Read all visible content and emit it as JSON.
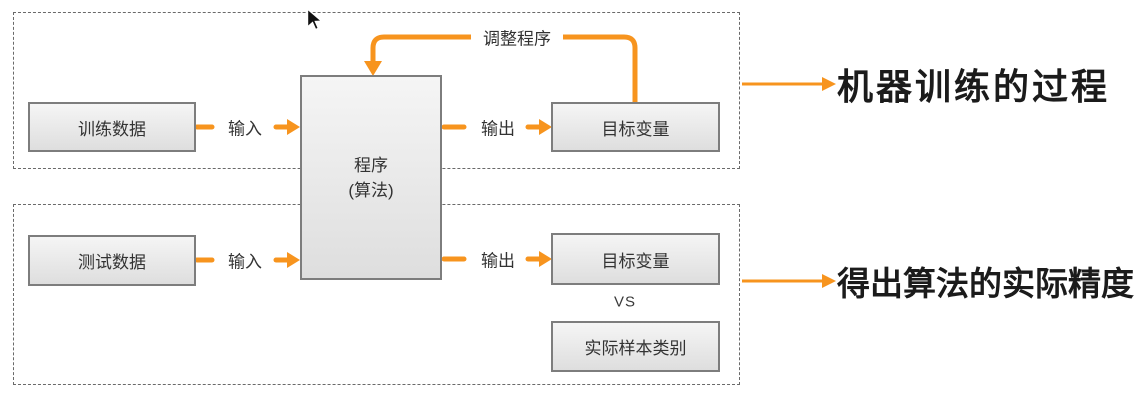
{
  "colors": {
    "accent_orange": "#F7941E",
    "node_border": "#7D7D7D",
    "node_bg_top": "#F5F5F5",
    "node_bg_bottom": "#DEDEDE",
    "frame_border": "#6A6A6A",
    "node_text": "#333333",
    "annotation_text": "#1B1B1B"
  },
  "processor": {
    "line1": "程序",
    "line2": "(算法)"
  },
  "training": {
    "source": "训练数据",
    "input": "输入",
    "output": "输出",
    "target": "目标变量",
    "feedback": "调整程序",
    "annotation": "机器训练的过程"
  },
  "testing": {
    "source": "测试数据",
    "input": "输入",
    "output": "输出",
    "target": "目标变量",
    "vs": "VS",
    "actual": "实际样本类别",
    "annotation": "得出算法的实际精度"
  }
}
